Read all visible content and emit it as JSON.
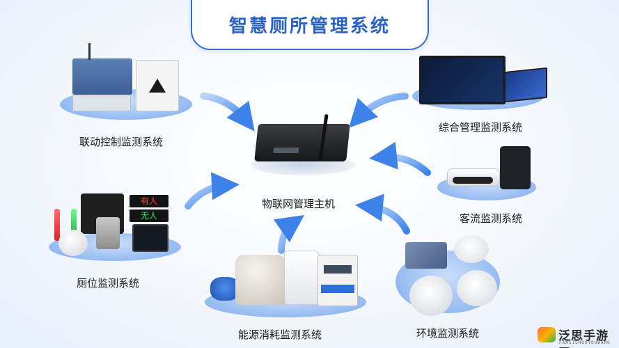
{
  "title": "智慧厕所管理系统",
  "center": {
    "label": "物联网管理主机"
  },
  "nodes": {
    "linkage": "联动控制监测系统",
    "integrated": "综合管理监测系统",
    "passenger": "客流监测系统",
    "stall": "厕位监测系统",
    "energy": "能源消耗监测系统",
    "environment": "环境监测系统"
  },
  "device_text": {
    "occupied": "有人",
    "vacant": "无人"
  },
  "watermark": {
    "brand": "泛思手游网",
    "sub": "FANSISHOUYOUWANG"
  },
  "colors": {
    "accent": "#2a62c9",
    "arrow": "#3d82e8",
    "platform": "#9cc0f3"
  }
}
